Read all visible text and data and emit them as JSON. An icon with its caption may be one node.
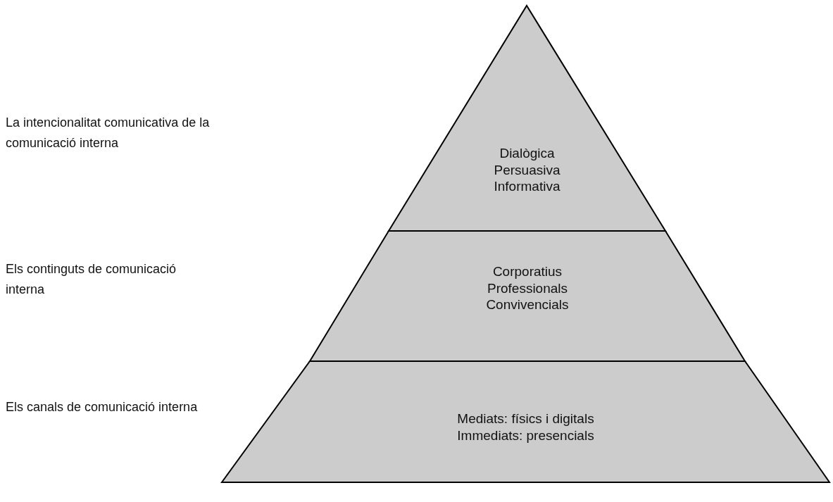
{
  "diagram": {
    "nodes": [
      {
        "text": [
          "Dialògica",
          "Persuasiva",
          "Informativa"
        ]
      },
      {
        "text": [
          "Corporatius",
          "Professionals",
          "Convivencials"
        ]
      },
      {
        "text": [
          "Mediats: físics i digitals",
          "Immediats: presencials"
        ]
      }
    ],
    "labels": [
      "La intencionalitat comunicativa de la comunicació interna",
      "Els continguts de comunicació interna",
      "Els canals de comunicació interna"
    ]
  }
}
